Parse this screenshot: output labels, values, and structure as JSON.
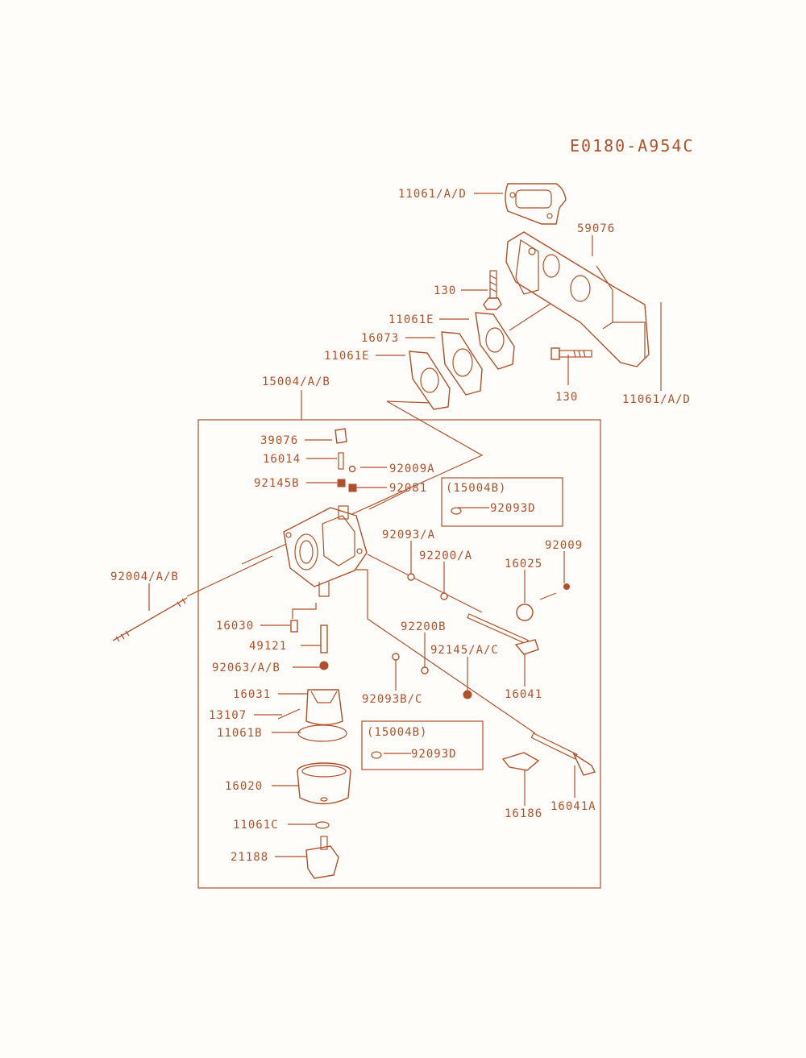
{
  "diagram": {
    "code": "E0180-A954C",
    "color": "#b0502a",
    "labels": {
      "l_11061_ad_top": "11061/A/D",
      "l_59076": "59076",
      "l_130_top": "130",
      "l_11061e_1": "11061E",
      "l_16073": "16073",
      "l_11061e_2": "11061E",
      "l_130_bot": "130",
      "l_11061_ad_right": "11061/A/D",
      "l_15004ab": "15004/A/B",
      "l_39076": "39076",
      "l_16014": "16014",
      "l_92009a": "92009A",
      "l_92145b": "92145B",
      "l_92081": "92081",
      "l_box1_title": "(15004B)",
      "l_box1_part": "92093D",
      "l_92093a": "92093/A",
      "l_92009": "92009",
      "l_92200a": "92200/A",
      "l_16025": "16025",
      "l_92004ab": "92004/A/B",
      "l_16030": "16030",
      "l_49121": "49121",
      "l_92200b": "92200B",
      "l_92145ac": "92145/A/C",
      "l_92063ab": "92063/A/B",
      "l_16031": "16031",
      "l_92093bc": "92093B/C",
      "l_16041": "16041",
      "l_13107": "13107",
      "l_11061b": "11061B",
      "l_box2_title": "(15004B)",
      "l_box2_part": "92093D",
      "l_16020": "16020",
      "l_16186": "16186",
      "l_16041a": "16041A",
      "l_11061c": "11061C",
      "l_21188": "21188"
    }
  }
}
